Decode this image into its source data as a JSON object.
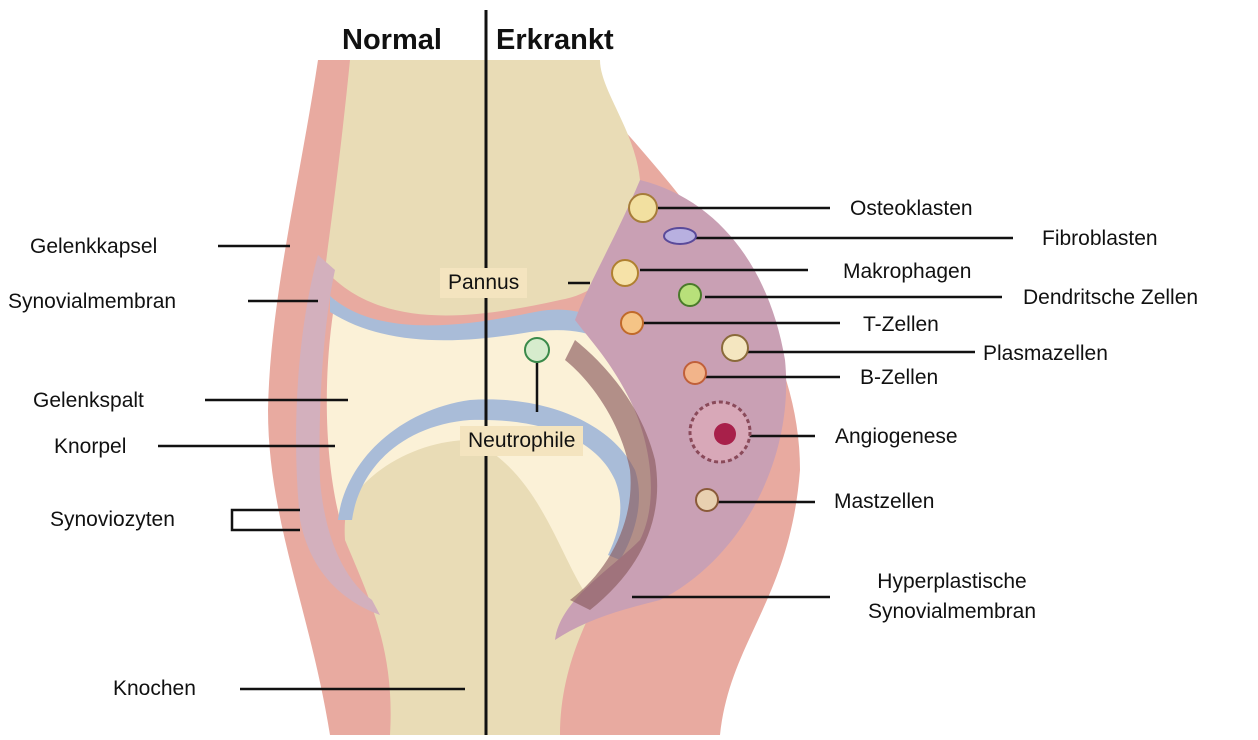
{
  "titles": {
    "left": "Normal",
    "right": "Erkrankt"
  },
  "left_labels": {
    "gelenkkapsel": "Gelenkkapsel",
    "synovialmembran": "Synovialmembran",
    "gelenkspalt": "Gelenkspalt",
    "knorpel": "Knorpel",
    "synoviozyten": "Synoviozyten",
    "knochen": "Knochen"
  },
  "center_tags": {
    "pannus": "Pannus",
    "neutrophile": "Neutrophile"
  },
  "right_labels": {
    "osteoklasten": "Osteoklasten",
    "fibroblasten": "Fibroblasten",
    "makrophagen": "Makrophagen",
    "dendritsche_zellen": "Dendritsche Zellen",
    "t_zellen": "T-Zellen",
    "plasmazellen": "Plasmazellen",
    "b_zellen": "B-Zellen",
    "angiogenese": "Angiogenese",
    "mastzellen": "Mastzellen",
    "hyperplastische_line1": "Hyperplastische",
    "hyperplastische_line2": "Synovialmembran"
  },
  "colors": {
    "capsule": "#e8aaa0",
    "bone": "#e9dcb6",
    "synovium": "#d3b0bd",
    "cartilage": "#a9bcd8",
    "joint_space": "#fbf1d7",
    "inflamed_tissue": "#c9a0b4"
  }
}
